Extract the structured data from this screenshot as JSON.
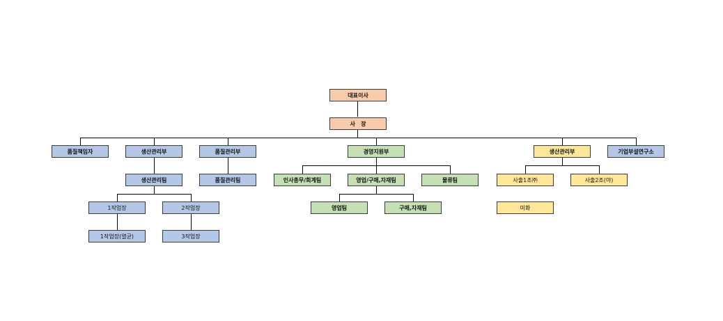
{
  "org": {
    "ceo": "대표이사",
    "president": "사   장",
    "level1": {
      "quality_officer": "품질책임자",
      "production_dept": "생산관리부",
      "quality_dept": "품질관리부",
      "management_support": "경영지원부",
      "production_dept_2": "생산관리부",
      "research_lab": "기업부설연구소"
    },
    "production": {
      "team": "생산관리팀",
      "site1": "1작업장",
      "site2": "2작업장",
      "site1_cutting": "1작업장(열균)",
      "site3": "3작업장"
    },
    "quality": {
      "team": "품질관리팀"
    },
    "management": {
      "hr_accounting": "인사총무/회계팀",
      "sales_purchase": "영업/구매,자재팀",
      "logistics": "물류팀",
      "sales_team": "영업팀",
      "purchase_team": "구매,자재팀"
    },
    "production2": {
      "company1": "사출1조㈜",
      "company2": "사출2조(야)",
      "misc": "미화"
    }
  },
  "colors": {
    "executive": "#f8cbad",
    "production": "#b4c7e7",
    "management": "#c5e0b4",
    "production2": "#ffe699",
    "line": "#000000"
  }
}
